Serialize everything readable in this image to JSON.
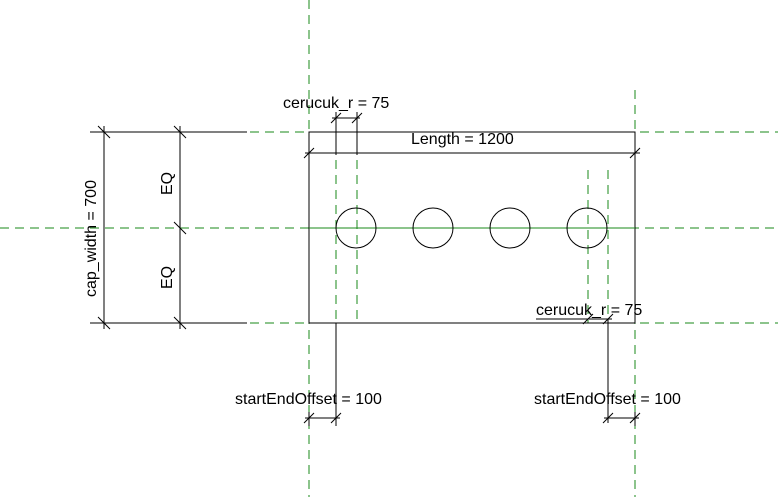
{
  "colors": {
    "background": "#ffffff",
    "reference_plane": "#1a8a1a",
    "center_line": "#1a8a1a",
    "geometry": "#000000"
  },
  "annotations": {
    "cerucuk_r_top": "cerucuk_r = 75",
    "length": "Length = 1200",
    "cap_width": "cap_width = 700",
    "eq_top": "EQ",
    "eq_bottom": "EQ",
    "cerucuk_r_right": "cerucuk_r = 75",
    "start_end_offset_left": "startEndOffset = 100",
    "start_end_offset_right": "startEndOffset = 100"
  },
  "piles": {
    "count": 4
  }
}
